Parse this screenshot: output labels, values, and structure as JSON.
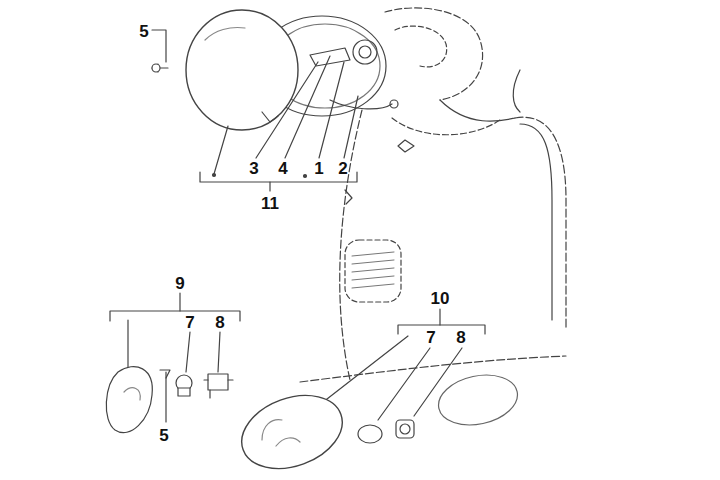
{
  "diagram": {
    "labels": [
      "5",
      "3",
      "4",
      "1",
      "2",
      "11",
      "9",
      "7",
      "8",
      "5",
      "10",
      "7",
      "8"
    ]
  }
}
